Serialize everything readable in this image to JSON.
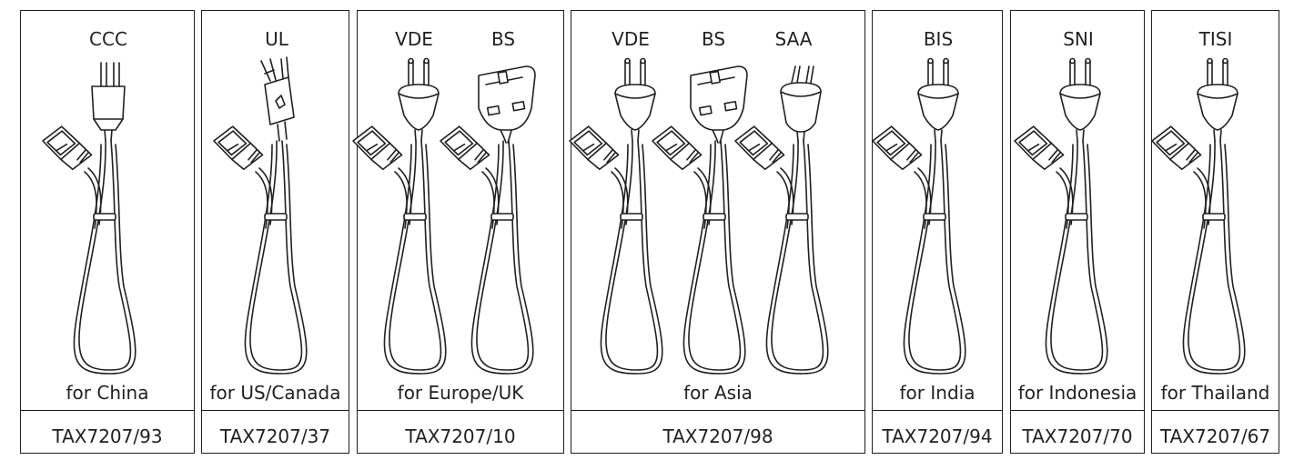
{
  "panels": [
    {
      "certs": [
        "CCC"
      ],
      "region": "for China",
      "model": "TAX7207/93"
    },
    {
      "certs": [
        "UL"
      ],
      "region": "for US/Canada",
      "model": "TAX7207/37"
    },
    {
      "certs": [
        "VDE",
        "BS"
      ],
      "region": "for  Europe/UK",
      "model": "TAX7207/10"
    },
    {
      "certs": [
        "VDE",
        "BS",
        "SAA"
      ],
      "region": "for Asia",
      "model": "TAX7207/98"
    },
    {
      "certs": [
        "BIS"
      ],
      "region": "for India",
      "model": "TAX7207/94"
    },
    {
      "certs": [
        "SNI"
      ],
      "region": "for Indonesia",
      "model": "TAX7207/70"
    },
    {
      "certs": [
        "TISI"
      ],
      "region": "for Thailand",
      "model": "TAX7207/67"
    }
  ]
}
